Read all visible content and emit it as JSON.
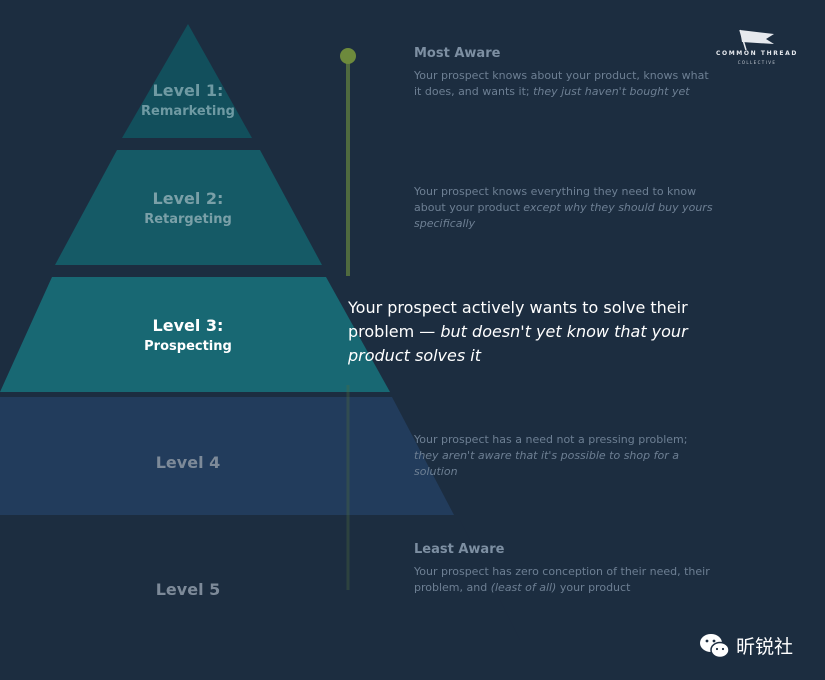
{
  "brand": {
    "logo_text": "COMMON THREAD",
    "logo_sub": "COLLECTIVE"
  },
  "pyramid": {
    "levels": [
      {
        "title": "Level 1:",
        "subtitle": "Remarketing",
        "color": "#124f5c",
        "title_color": "#6f9aa3"
      },
      {
        "title": "Level 2:",
        "subtitle": "Retargeting",
        "color": "#155a66",
        "title_color": "#7aa0a8"
      },
      {
        "title": "Level 3:",
        "subtitle": "Prospecting",
        "color": "#186873",
        "title_color": "#ffffff"
      },
      {
        "title": "Level 4",
        "subtitle": "",
        "color": "#223c5c",
        "title_color": "#7d8a99"
      },
      {
        "title": "Level 5",
        "subtitle": "",
        "color": "#1c2d40",
        "title_color": "#7d8a99"
      }
    ]
  },
  "timeline": {
    "top_dot_color": "#6d8a3c",
    "line_color": "#4f6a3f"
  },
  "stages": {
    "s1": {
      "heading": "Most Aware",
      "text": "Your prospect knows about your product, knows what it does, and wants it; ",
      "text_italic": "they just haven't bought yet"
    },
    "s2": {
      "text": "Your prospect knows everything they need to know about your product ",
      "text_italic": "except why they should buy yours specifically"
    },
    "s3": {
      "text": "Your prospect actively wants to solve their problem — ",
      "text_italic": "but doesn't yet know that your product solves it"
    },
    "s4": {
      "text": "Your prospect has a need not a pressing problem; ",
      "text_italic": "they aren't aware that it's possible to shop for a solution"
    },
    "s5": {
      "heading": "Least Aware",
      "text": "Your prospect has zero conception of their need, their problem, and ",
      "text_italic": "(least of all)",
      "text_end": " your product"
    }
  },
  "watermark": {
    "text": "昕锐社",
    "icon": "wechat-icon"
  }
}
